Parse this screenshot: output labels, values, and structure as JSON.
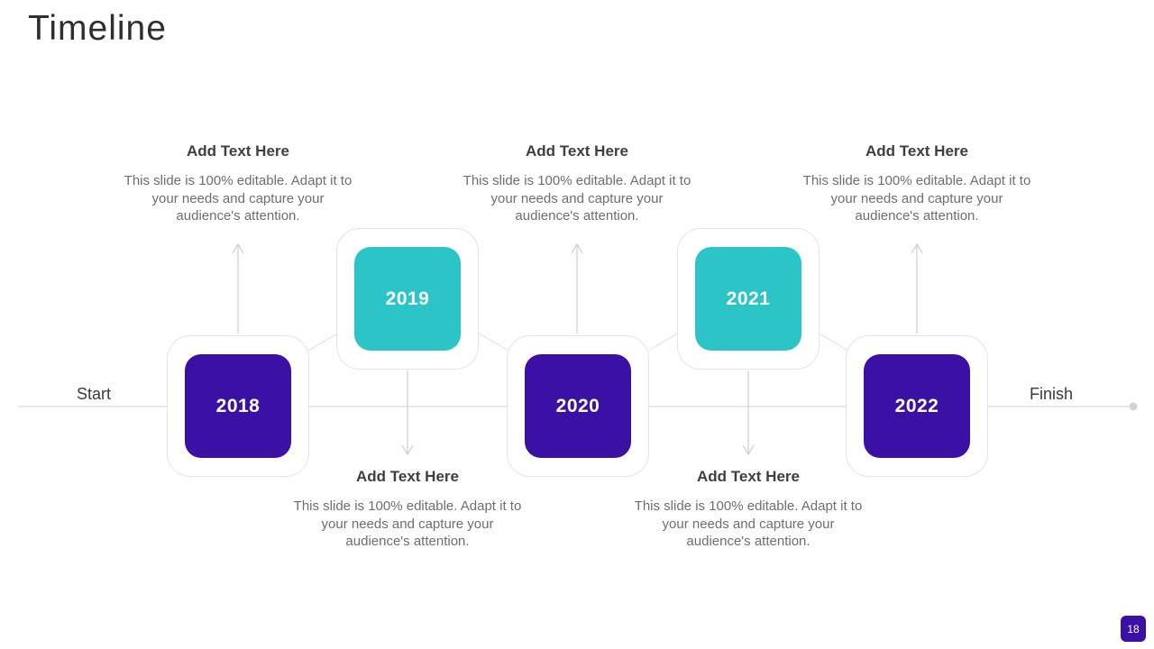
{
  "slide": {
    "title": "Timeline",
    "page_number": "18",
    "start_label": "Start",
    "finish_label": "Finish"
  },
  "colors": {
    "purple": "#3A10A5",
    "teal": "#2BC4C7",
    "container_border": "#E4E4E4",
    "timeline_line": "#D9D9D9",
    "arrow_gray": "#CDCDCD",
    "heading_text": "#3F3F3F",
    "body_text": "#6E6E6E"
  },
  "milestones": [
    {
      "year": "2018",
      "color": "purple",
      "row": "lower"
    },
    {
      "year": "2019",
      "color": "teal",
      "row": "upper"
    },
    {
      "year": "2020",
      "color": "purple",
      "row": "lower"
    },
    {
      "year": "2021",
      "color": "teal",
      "row": "upper"
    },
    {
      "year": "2022",
      "color": "purple",
      "row": "lower"
    }
  ],
  "captions": [
    {
      "placement": "top",
      "heading": "Add Text Here",
      "body": "This slide is 100% editable. Adapt it to your needs and capture your audience's attention."
    },
    {
      "placement": "top",
      "heading": "Add Text Here",
      "body": "This slide is 100% editable. Adapt it to your needs and capture your audience's attention."
    },
    {
      "placement": "top",
      "heading": "Add Text Here",
      "body": "This slide is 100% editable. Adapt it to your needs and capture your audience's attention."
    },
    {
      "placement": "bottom",
      "heading": "Add Text Here",
      "body": "This slide is 100% editable. Adapt it to your needs and capture your audience's attention."
    },
    {
      "placement": "bottom",
      "heading": "Add Text Here",
      "body": "This slide is 100% editable. Adapt it to your needs and capture your audience's attention."
    }
  ]
}
